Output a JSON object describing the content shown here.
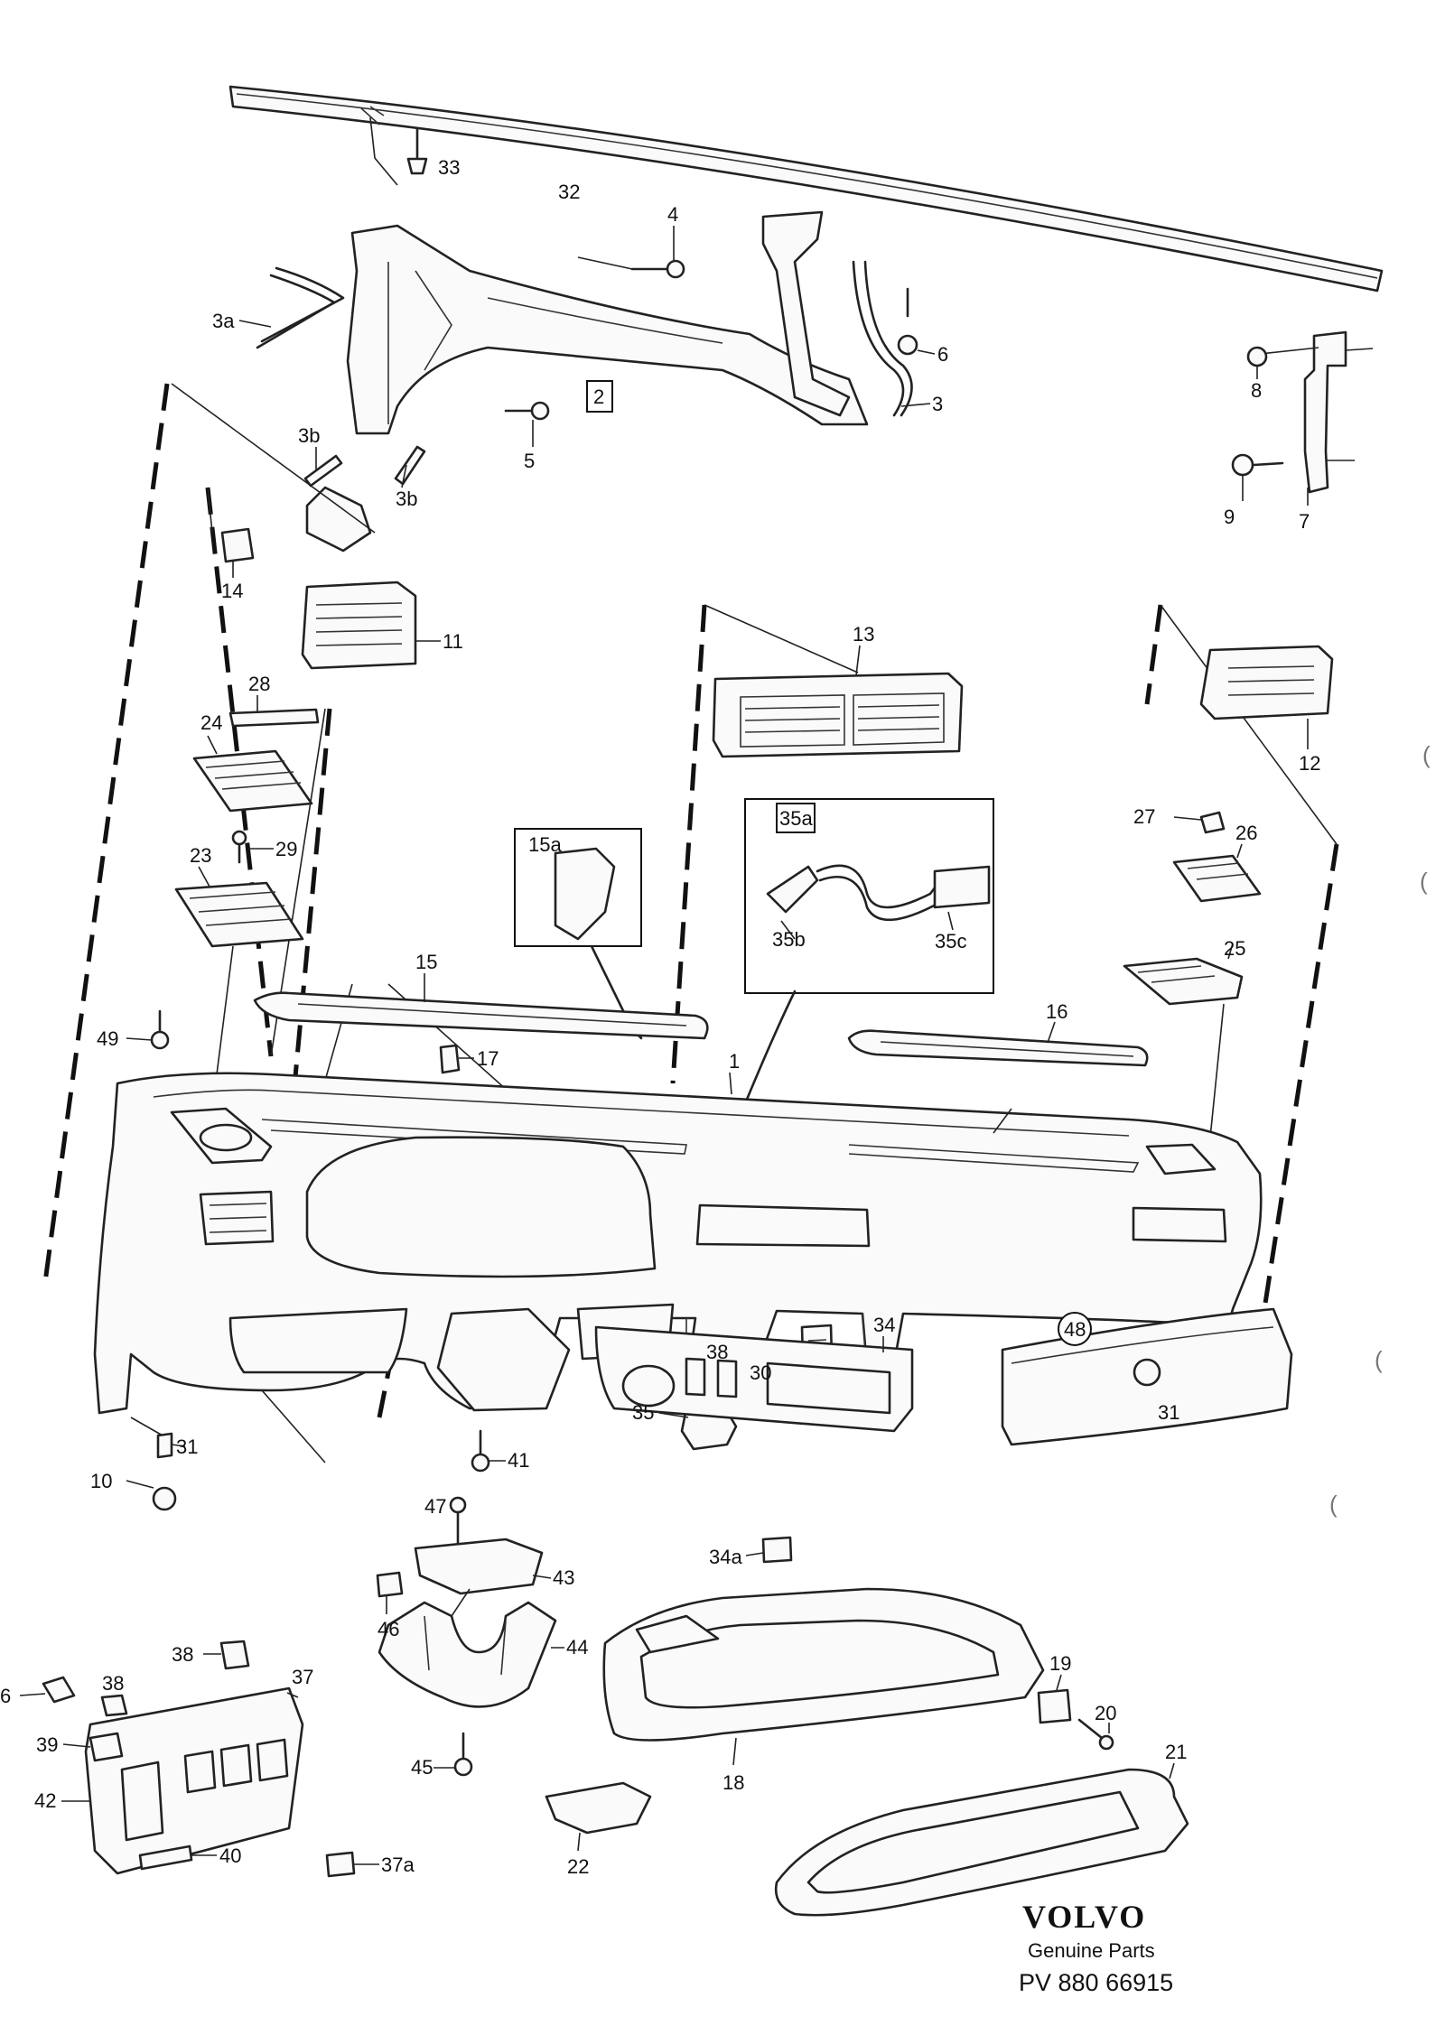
{
  "labels": {
    "l1": "1",
    "l2": "2",
    "l3": "3",
    "l3a": "3a",
    "l3b_left": "3b",
    "l3b_right": "3b",
    "l4": "4",
    "l5": "5",
    "l6_top": "6",
    "l6_bottom": "6",
    "l7": "7",
    "l8": "8",
    "l9": "9",
    "l10": "10",
    "l11": "11",
    "l12": "12",
    "l13": "13",
    "l14": "14",
    "l15": "15",
    "l15a": "15a",
    "l16": "16",
    "l17": "17",
    "l18": "18",
    "l19": "19",
    "l20": "20",
    "l21": "21",
    "l22": "22",
    "l23": "23",
    "l24": "24",
    "l25": "25",
    "l26": "26",
    "l27": "27",
    "l28": "28",
    "l29": "29",
    "l30": "30",
    "l31_left": "31",
    "l31_right": "31",
    "l32": "32",
    "l33": "33",
    "l34": "34",
    "l34a": "34a",
    "l35": "35",
    "l35a": "35a",
    "l35b": "35b",
    "l35c": "35c",
    "l37": "37",
    "l37a": "37a",
    "l38_top": "38",
    "l38_mid": "38",
    "l38_left": "38",
    "l39": "39",
    "l40": "40",
    "l41": "41",
    "l42": "42",
    "l43": "43",
    "l44": "44",
    "l45": "45",
    "l46": "46",
    "l47": "47",
    "l48": "48",
    "l49": "49"
  },
  "branding": {
    "logo": "VOLVO",
    "tagline": "Genuine Parts",
    "code": "PV 880 66915"
  },
  "margin_marks": [
    "(",
    "(",
    "(",
    "("
  ]
}
